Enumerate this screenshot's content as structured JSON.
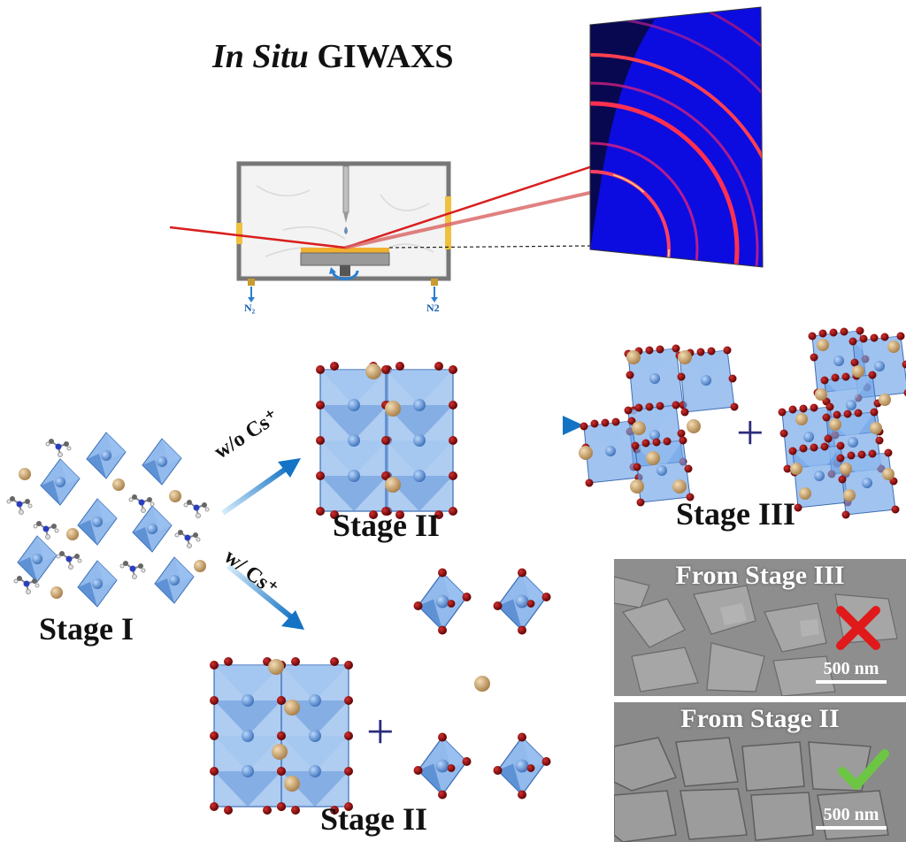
{
  "title": {
    "italic": "In Situ",
    "rest": "GIWAXS"
  },
  "chamber": {
    "gas_left": "N₂",
    "gas_right": "N2"
  },
  "arrows": {
    "without_cs": "w/o Cs⁺",
    "with_cs": "w/ Cs⁺"
  },
  "stages": {
    "stage1": "Stage I",
    "stage2_top": "Stage II",
    "stage3": "Stage III",
    "stage2_bottom": "Stage II"
  },
  "plus": "+",
  "sem": {
    "top": {
      "caption": "From Stage III",
      "scale": "500 nm",
      "verdict_icon": "red-cross-icon"
    },
    "bottom": {
      "caption": "From Stage II",
      "scale": "500 nm",
      "verdict_icon": "green-check-icon"
    }
  },
  "colors": {
    "octahedron": "#5b93d9",
    "oxygen": "#8b0a0a",
    "cs": "#c9a46b",
    "beam": "#d91e1e",
    "detector_bg": "#0b0bd6",
    "arrow": "#1f7fc8"
  }
}
